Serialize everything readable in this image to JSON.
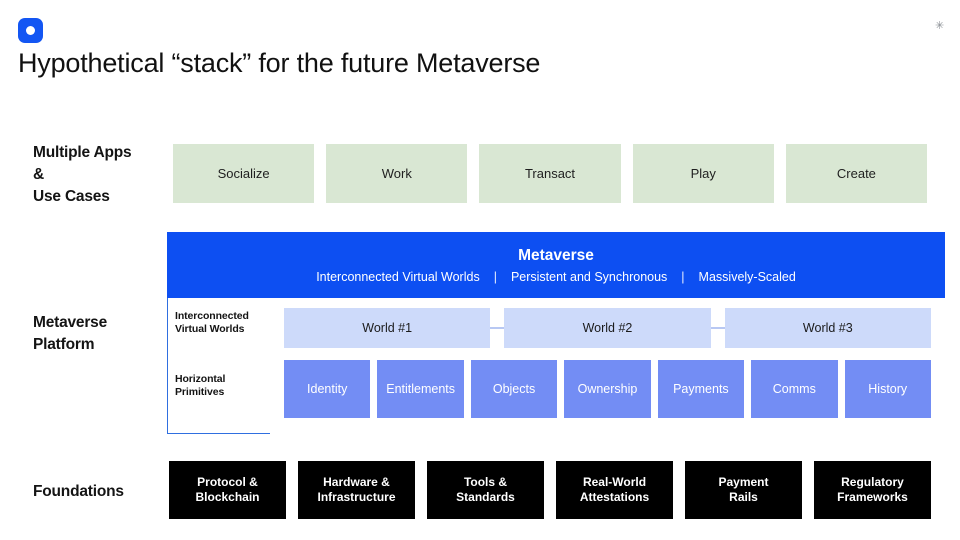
{
  "header": {
    "logo_icon": "rounded-square-dot-logo",
    "corner_icon": "asterisk-icon",
    "corner_glyph": "✳",
    "title": "Hypothetical “stack” for the future Metaverse"
  },
  "colors": {
    "accent_blue": "#0d4ff2",
    "primitive_blue": "#738df4",
    "world_blue": "#cddafa",
    "app_green": "#d9e7d3",
    "foundation_black": "#000000",
    "outline_blue": "#2f6fe0"
  },
  "apps_section": {
    "label_line1": "Multiple Apps",
    "label_line2": "&",
    "label_line3": "Use Cases",
    "cards": [
      {
        "label": "Socialize"
      },
      {
        "label": "Work"
      },
      {
        "label": "Transact"
      },
      {
        "label": "Play"
      },
      {
        "label": "Create"
      }
    ]
  },
  "platform_section": {
    "label_line1": "Metaverse",
    "label_line2": "Platform",
    "banner": {
      "title": "Metaverse",
      "attributes": [
        "Interconnected Virtual Worlds",
        "Persistent and Synchronous",
        "Massively-Scaled"
      ],
      "separator": "|"
    },
    "sublabels": {
      "worlds_line1": "Interconnected",
      "worlds_line2": "Virtual Worlds",
      "primitives_line1": "Horizontal",
      "primitives_line2": "Primitives"
    },
    "worlds": [
      {
        "label": "World #1"
      },
      {
        "label": "World #2"
      },
      {
        "label": "World #3"
      }
    ],
    "primitives": [
      {
        "label": "Identity"
      },
      {
        "label": "Entitlements"
      },
      {
        "label": "Objects"
      },
      {
        "label": "Ownership"
      },
      {
        "label": "Payments"
      },
      {
        "label": "Comms"
      },
      {
        "label": "History"
      }
    ]
  },
  "foundations_section": {
    "label": "Foundations",
    "cards": [
      {
        "line1": "Protocol &",
        "line2": "Blockchain"
      },
      {
        "line1": "Hardware &",
        "line2": "Infrastructure"
      },
      {
        "line1": "Tools &",
        "line2": "Standards"
      },
      {
        "line1": "Real-World",
        "line2": "Attestations"
      },
      {
        "line1": "Payment",
        "line2": "Rails"
      },
      {
        "line1": "Regulatory",
        "line2": "Frameworks"
      }
    ]
  }
}
